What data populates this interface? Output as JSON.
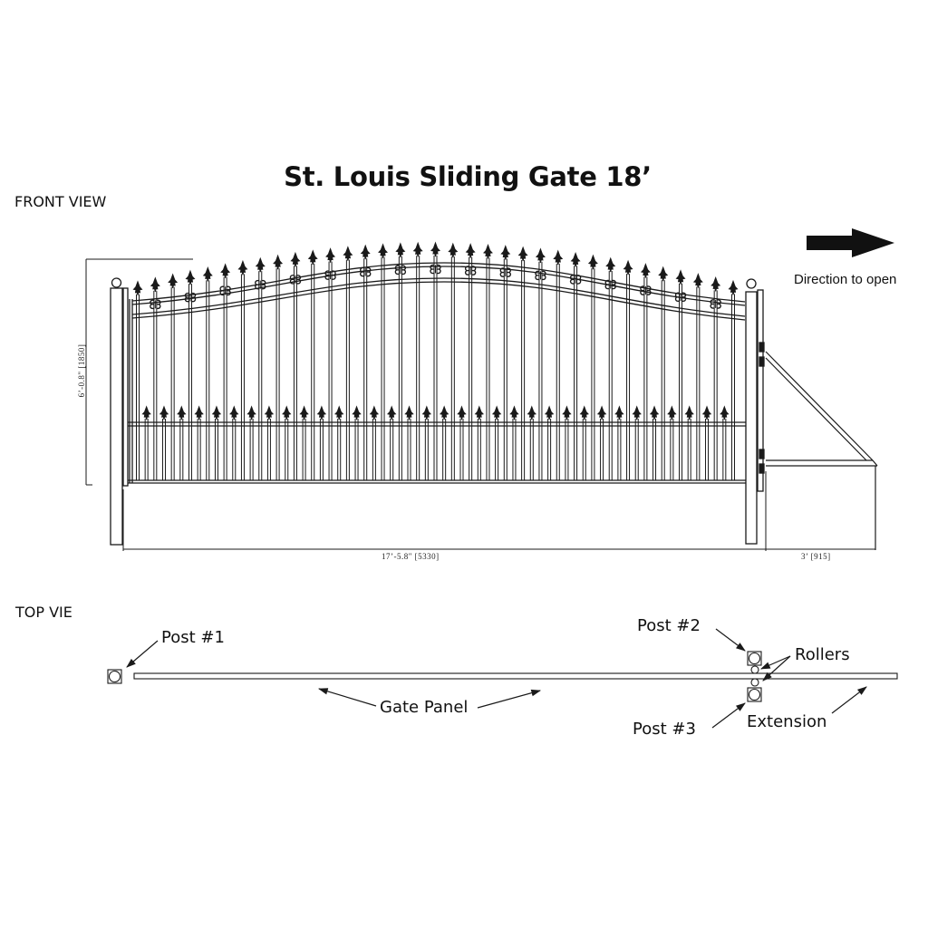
{
  "drawing": {
    "title": "St. Louis Sliding Gate 18’",
    "front_view": {
      "label": "FRONT VIEW",
      "height_dimension": "6’-0.8\" [1850]",
      "width_dimension": "17’-5.8\" [5330]",
      "extension_dimension": "3’  [915]",
      "direction_arrow_icon": "arrow-right-icon",
      "direction_label": "Direction to open"
    },
    "top_view": {
      "label": "TOP  VIE",
      "callouts": {
        "post1": "Post #1",
        "post2": "Post #2",
        "post3": "Post #3",
        "rollers": "Rollers",
        "gate_panel": "Gate Panel",
        "extension": "Extension"
      }
    },
    "colors": {
      "line": "#1a1a1a",
      "background": "#ffffff"
    }
  }
}
